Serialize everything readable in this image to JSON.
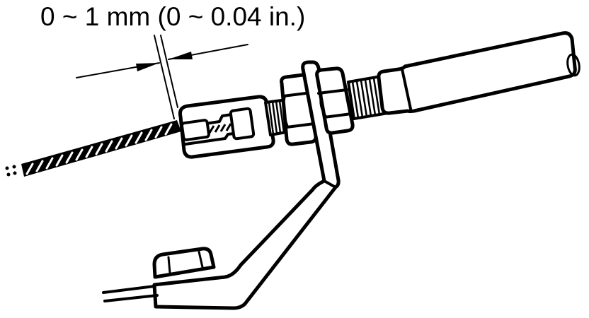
{
  "diagram": {
    "type": "technical-illustration",
    "subject": "cable end adjustment with locknuts and bracket",
    "colors": {
      "line": "#000000",
      "background": "#ffffff"
    },
    "callouts": [
      {
        "id": "clearance-dimension",
        "label": "0 ~ 1 mm (0 ~ 0.04 in.)",
        "kind": "dimension-arrows"
      }
    ],
    "parts": [
      {
        "id": "cable-wire",
        "name": "cable wire"
      },
      {
        "id": "cable-end-fitting",
        "name": "cable end fitting"
      },
      {
        "id": "threaded-rod",
        "name": "threaded adjuster"
      },
      {
        "id": "locknut-left",
        "name": "locknut"
      },
      {
        "id": "locknut-right",
        "name": "locknut"
      },
      {
        "id": "bracket",
        "name": "mounting bracket"
      },
      {
        "id": "bracket-bolt",
        "name": "bracket bolt"
      },
      {
        "id": "cable-housing",
        "name": "cable outer housing"
      }
    ]
  }
}
